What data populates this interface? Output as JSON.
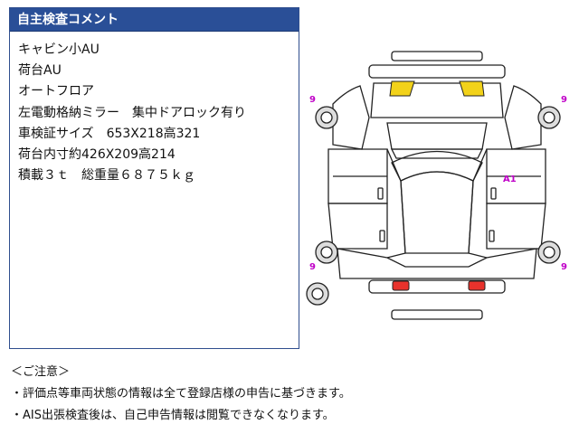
{
  "panel": {
    "title": "自主検査コメント",
    "lines": [
      "キャビン小AU",
      "荷台AU",
      "オートフロア",
      "左電動格納ミラー　集中ドアロック有り",
      "車検証サイズ　653X218高321",
      "荷台内寸約426X209高214",
      "積載３ｔ　総重量６８７５ｋｇ"
    ]
  },
  "notes": {
    "heading": "＜ご注意＞",
    "items": [
      "・評価点等車両状態の情報は全て登録店様の申告に基づきます。",
      "・AIS出張検査後は、自己申告情報は閲覧できなくなります。"
    ]
  },
  "diagram": {
    "marks": [
      "9",
      "9",
      "A1",
      "9",
      "9"
    ],
    "colors": {
      "highlight_front": "#f2d21a",
      "highlight_rear": "#e8322c",
      "marker": "#c000c8",
      "header": "#2a4f97"
    }
  }
}
